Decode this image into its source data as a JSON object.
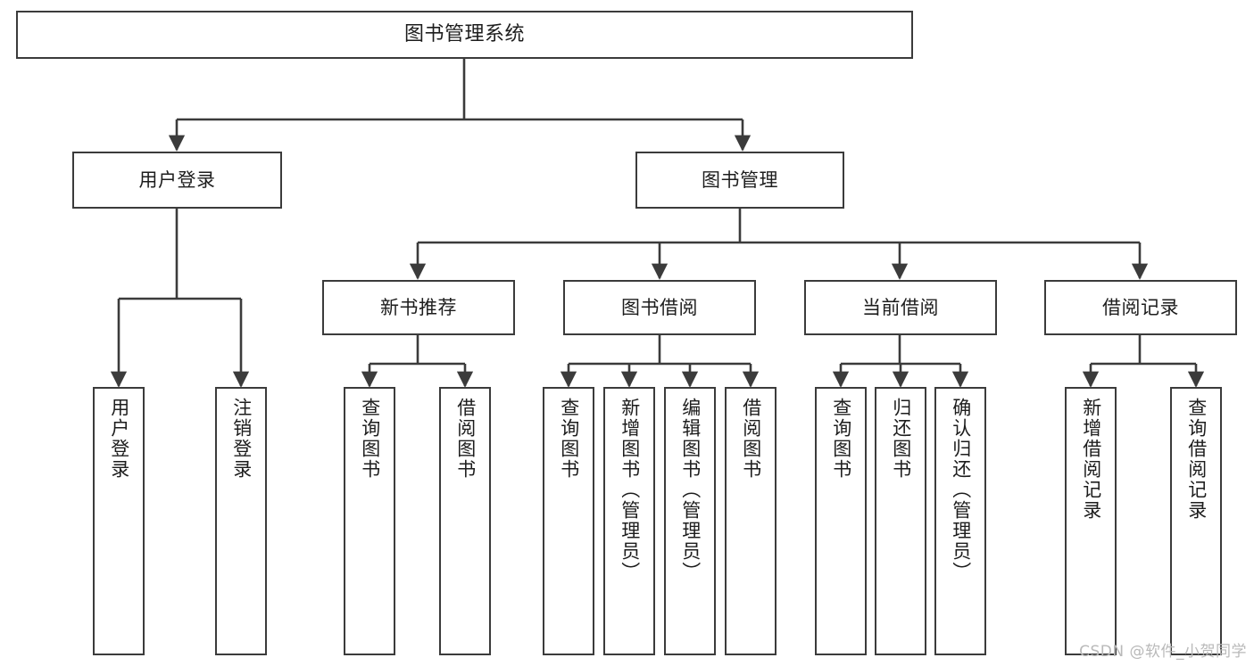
{
  "diagram": {
    "title": "图书管理系统",
    "type": "tree-hierarchy-chart",
    "orientation": "top-down",
    "stroke_color": "#3b3b3b",
    "fill_color": "#ffffff",
    "text_color": "#1d1d1d"
  },
  "watermark": {
    "text": "CSDN @软件_小贺同学",
    "color": "#b9b9b9"
  },
  "nodes": {
    "root": {
      "label": "图书管理系统",
      "level": 1
    },
    "level2": [
      {
        "id": "user-login",
        "label": "用户登录"
      },
      {
        "id": "book-management",
        "label": "图书管理"
      }
    ],
    "level3": [
      {
        "id": "new-book-recommend",
        "label": "新书推荐"
      },
      {
        "id": "book-borrow",
        "label": "图书借阅"
      },
      {
        "id": "current-borrow",
        "label": "当前借阅"
      },
      {
        "id": "borrow-record",
        "label": "借阅记录"
      }
    ],
    "leaves": {
      "user_login": [
        {
          "id": "leaf-user-login",
          "label": "用户登录"
        },
        {
          "id": "leaf-logout-login",
          "label": "注销登录"
        }
      ],
      "new_book_recommend": [
        {
          "id": "leaf-query-book-1",
          "label": "查询图书"
        },
        {
          "id": "leaf-borrow-book-1",
          "label": "借阅图书"
        }
      ],
      "book_borrow": [
        {
          "id": "leaf-query-book-2",
          "label": "查询图书"
        },
        {
          "id": "leaf-add-book",
          "label": "新增图书（管理员）"
        },
        {
          "id": "leaf-edit-book",
          "label": "编辑图书（管理员）"
        },
        {
          "id": "leaf-borrow-book-2",
          "label": "借阅图书"
        }
      ],
      "current_borrow": [
        {
          "id": "leaf-query-book-3",
          "label": "查询图书"
        },
        {
          "id": "leaf-return-book",
          "label": "归还图书"
        },
        {
          "id": "leaf-confirm-return",
          "label": "确认归还（管理员）"
        }
      ],
      "borrow_record": [
        {
          "id": "leaf-add-record",
          "label": "新增借阅记录"
        },
        {
          "id": "leaf-query-record",
          "label": "查询借阅记录"
        }
      ]
    }
  }
}
